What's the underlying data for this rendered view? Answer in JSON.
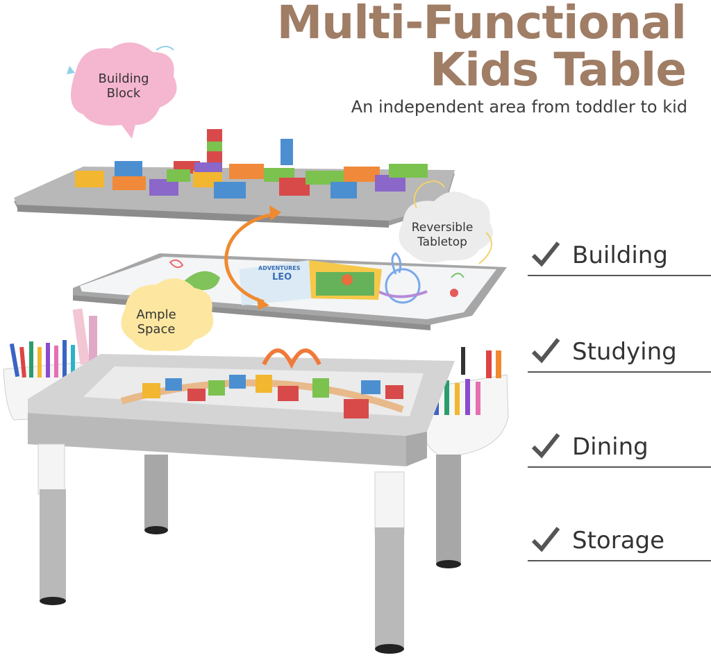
{
  "title": {
    "line1": "Multi-Functional",
    "line2": "Kids Table"
  },
  "subtitle": "An independent area from toddler to kid",
  "features": [
    {
      "label": "Building",
      "icon": "check-icon"
    },
    {
      "label": "Studying",
      "icon": "check-icon"
    },
    {
      "label": "Dining",
      "icon": "check-icon"
    },
    {
      "label": "Storage",
      "icon": "check-icon"
    }
  ],
  "callouts": {
    "building_block": {
      "line1": "Building",
      "line2": "Block"
    },
    "reversible": {
      "line1": "Reversible",
      "line2": "Tabletop"
    },
    "ample": {
      "line1": "Ample",
      "line2": "Space"
    }
  },
  "book": {
    "line1": "ADVENTURES",
    "line2": "LEO"
  },
  "colors": {
    "title": "#a07d65",
    "table": "#b9b9b9",
    "accent_arrow": "#f08a30",
    "pink": "#f5b6cf",
    "yellow": "#fde7a0"
  }
}
